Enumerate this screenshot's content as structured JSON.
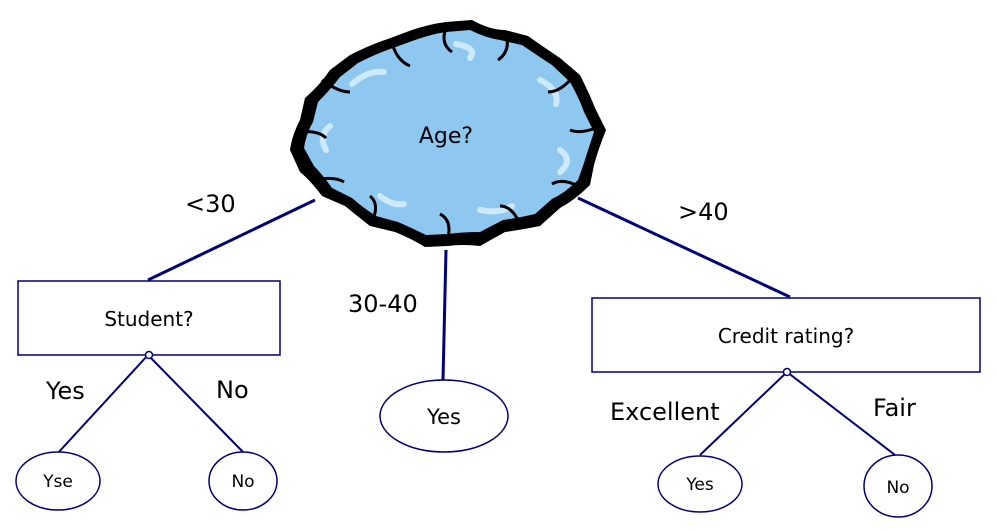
{
  "root": {
    "label": "Age?"
  },
  "edges": {
    "lt30": "<30",
    "mid": "30-40",
    "gt40": ">40",
    "student_yes": "Yes",
    "student_no": "No",
    "credit_excellent": "Excellent",
    "credit_fair": "Fair"
  },
  "nodes": {
    "student": "Student?",
    "credit": "Credit rating?"
  },
  "leaves": {
    "student_yes": "Yse",
    "student_no": "No",
    "mid_yes": "Yes",
    "credit_yes": "Yes",
    "credit_no": "No"
  },
  "colors": {
    "line": "#00007a",
    "cloud_fill": "#8ec8f0",
    "cloud_highlight": "#cde9fb",
    "cloud_outline": "#000000"
  }
}
